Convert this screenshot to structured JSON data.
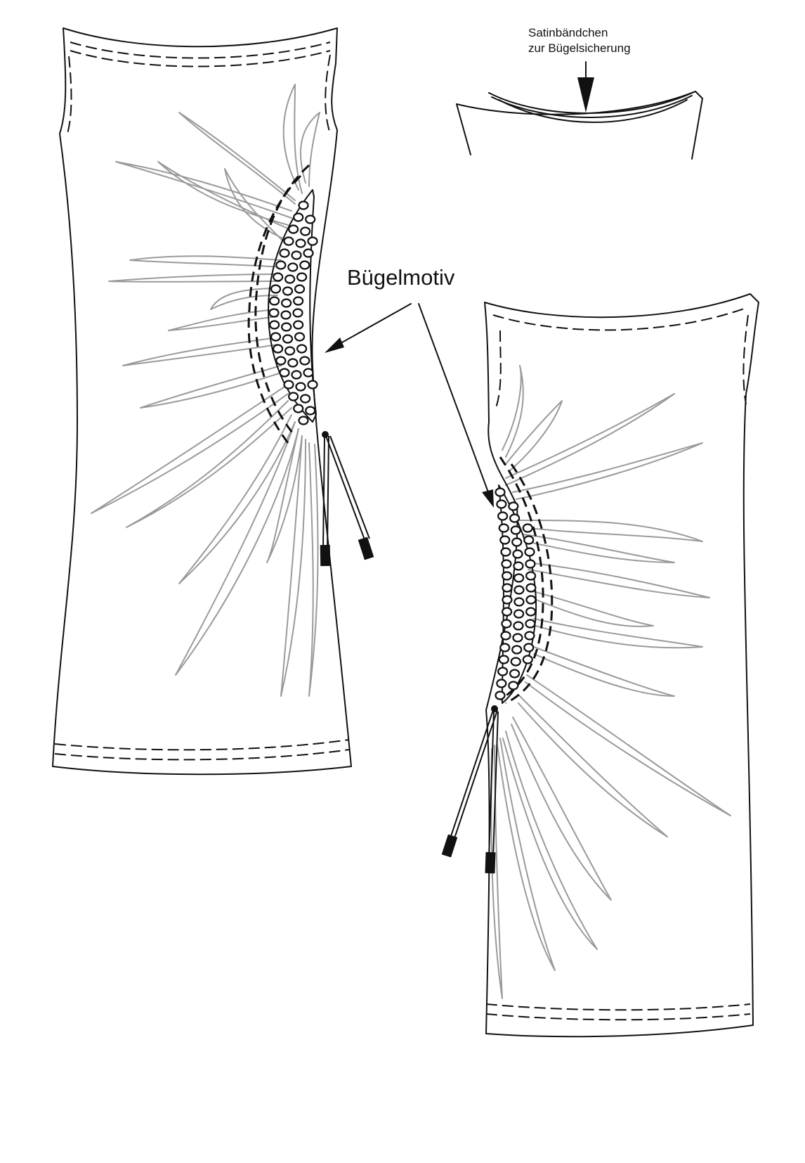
{
  "labels": {
    "satin_line1": "Satinbändchen",
    "satin_line2": "zur Bügelsicherung",
    "motif": "Bügelmotiv"
  },
  "colors": {
    "outline": "#111111",
    "rays": "#9a9a9a",
    "background": "#ffffff"
  }
}
